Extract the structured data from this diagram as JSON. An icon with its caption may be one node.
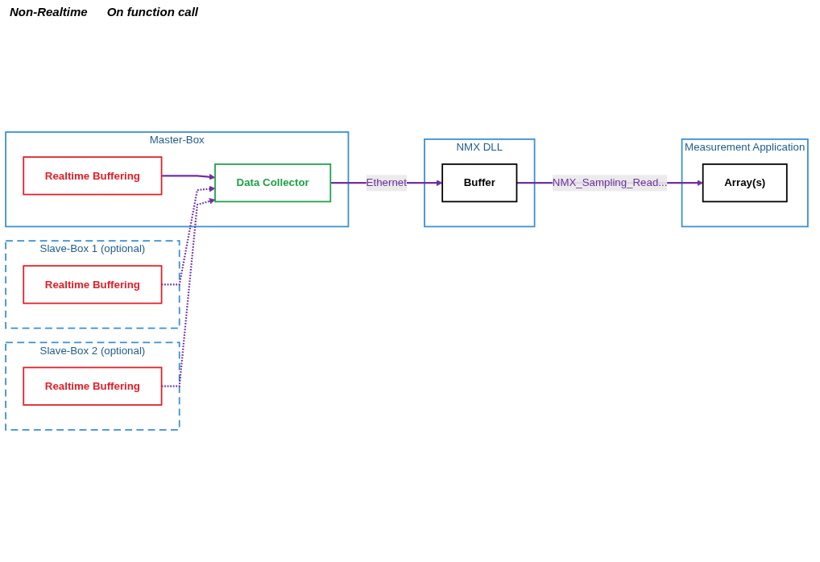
{
  "diagram": {
    "nodes": [
      {
        "text": [
          "Master-Box"
        ]
      },
      {
        "text": [
          "Realtime Buffering"
        ],
        "in": 0
      },
      {
        "text": [
          "Data Collector"
        ],
        "in": 0
      },
      {
        "text": [
          "NMX DLL"
        ]
      },
      {
        "text": [
          "Buffer"
        ],
        "in": 3
      },
      {
        "text": [
          "Measurement Application"
        ]
      },
      {
        "text": [
          "Array(s)"
        ],
        "in": 5
      },
      {
        "text": [
          "Slave-Box 1 (optional)"
        ]
      },
      {
        "text": [
          "Realtime Buffering"
        ],
        "in": 7
      },
      {
        "text": [
          "Slave-Box 2 (optional)"
        ]
      },
      {
        "text": [
          "Realtime Buffering"
        ],
        "in": 9
      }
    ],
    "edges": [
      {
        "from": 1,
        "to": 2,
        "arrow": "to"
      },
      {
        "from": 2,
        "to": 4,
        "arrow": "to",
        "label": "Ethernet"
      },
      {
        "from": 4,
        "to": 6,
        "arrow": "to",
        "label": "NMX_Sampling_Read..."
      },
      {
        "from": 8,
        "to": 2,
        "arrow": "to",
        "style": "dashed"
      },
      {
        "from": 10,
        "to": 2,
        "arrow": "to",
        "style": "dashed"
      }
    ],
    "labels": [
      "Non-Realtime",
      "On function call"
    ]
  }
}
